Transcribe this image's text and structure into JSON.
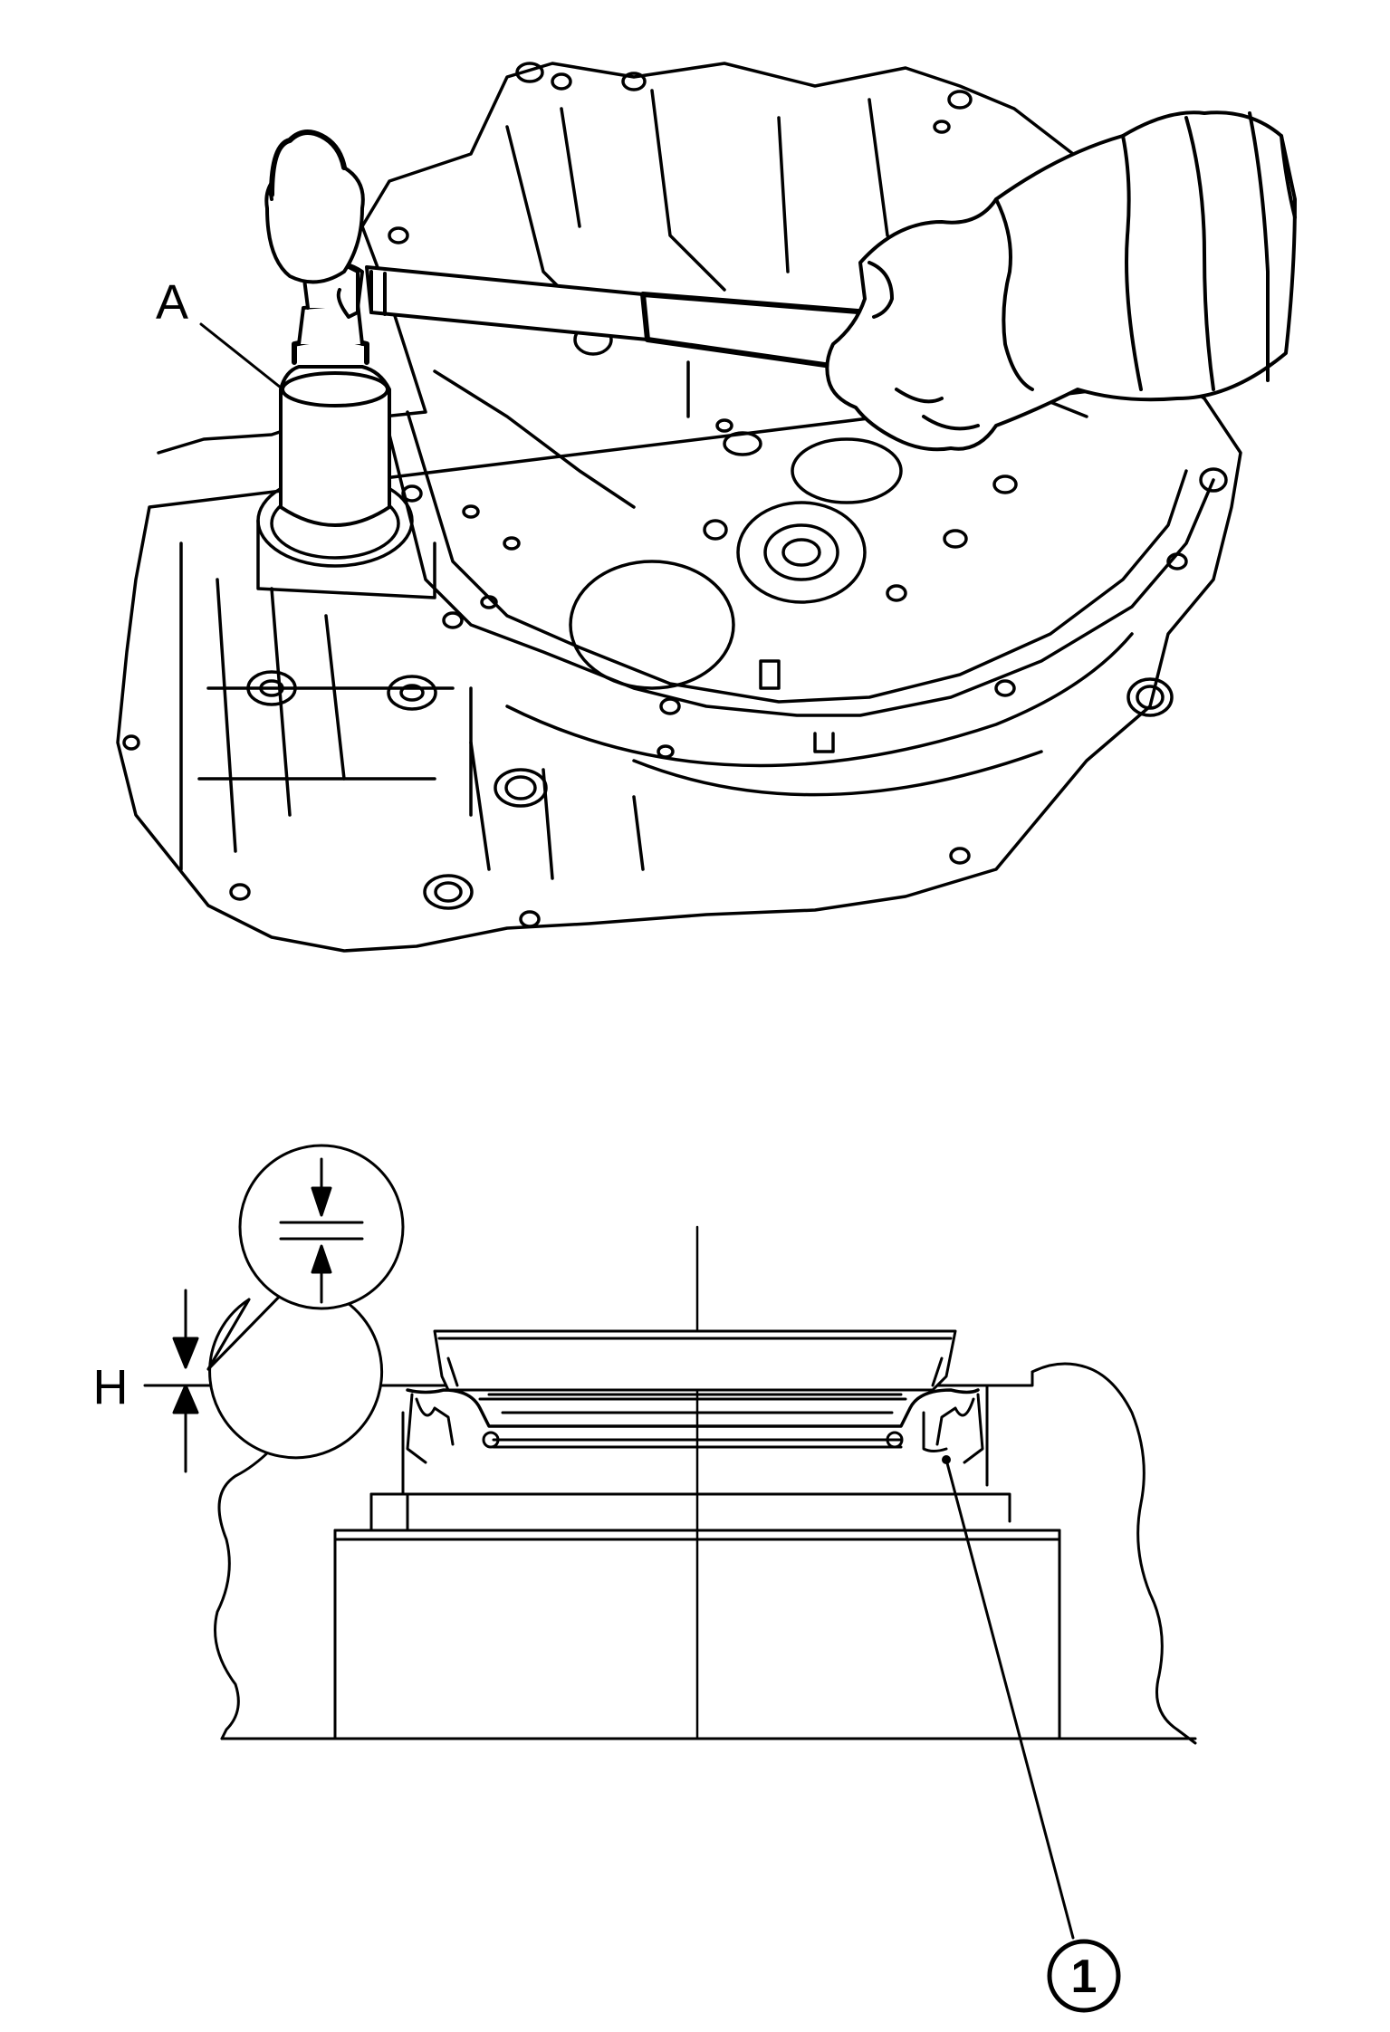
{
  "labels": {
    "tool_a": "A",
    "height_h": "H",
    "callout_1": "1"
  },
  "colors": {
    "ink": "#000000",
    "paper": "#ffffff"
  },
  "icons": {
    "height_gauge": "flush-measurement-icon"
  }
}
